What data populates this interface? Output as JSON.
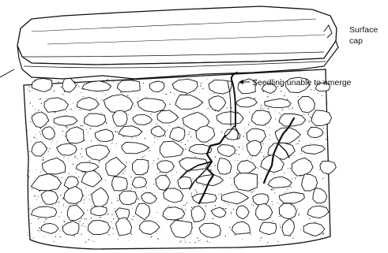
{
  "labels": {
    "surface_cap_line1": "Surface",
    "surface_cap_line2": "cap",
    "seedling": "Seedling unable to emerge"
  },
  "colors": {
    "ink": "#111111",
    "paper": "#ffffff",
    "stipple": "#333333"
  }
}
